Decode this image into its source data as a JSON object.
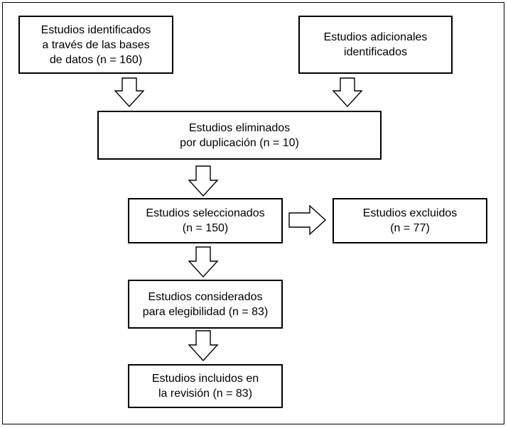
{
  "boxes": {
    "identified": {
      "lines": [
        "Estudios identificados",
        "a través de las bases",
        "de datos (n = 160)"
      ]
    },
    "additional": {
      "lines": [
        "Estudios adicionales",
        "identificados"
      ]
    },
    "duplicates": {
      "lines": [
        "Estudios eliminados",
        "por duplicación (n = 10)"
      ]
    },
    "selected": {
      "lines": [
        "Estudios seleccionados",
        "(n = 150)"
      ]
    },
    "excluded": {
      "lines": [
        "Estudios excluidos",
        "(n = 77)"
      ]
    },
    "eligibility": {
      "lines": [
        "Estudios considerados",
        "para elegibilidad (n = 83)"
      ]
    },
    "included": {
      "lines": [
        "Estudios incluidos en",
        "la revisión (n = 83)"
      ]
    }
  }
}
